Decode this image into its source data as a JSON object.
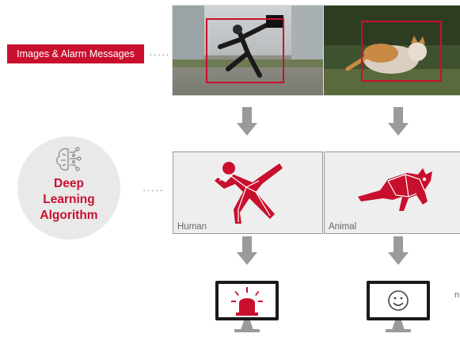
{
  "input_label": "Images & Alarm Messages",
  "algorithm": {
    "line1": "Deep",
    "line2": "Learning",
    "line3": "Algorithm"
  },
  "classes": {
    "left": "Human",
    "right": "Animal"
  },
  "right_edge_fragment": "n",
  "colors": {
    "accent": "#c8102e",
    "arrow": "#9a9a9a",
    "panel_bg": "#eeeeee",
    "circle_bg": "#e9e9e9"
  },
  "icons": [
    "brain-circuit-icon",
    "falling-person-icon",
    "running-cat-icon",
    "alarm-siren-icon",
    "smiley-face-icon"
  ]
}
